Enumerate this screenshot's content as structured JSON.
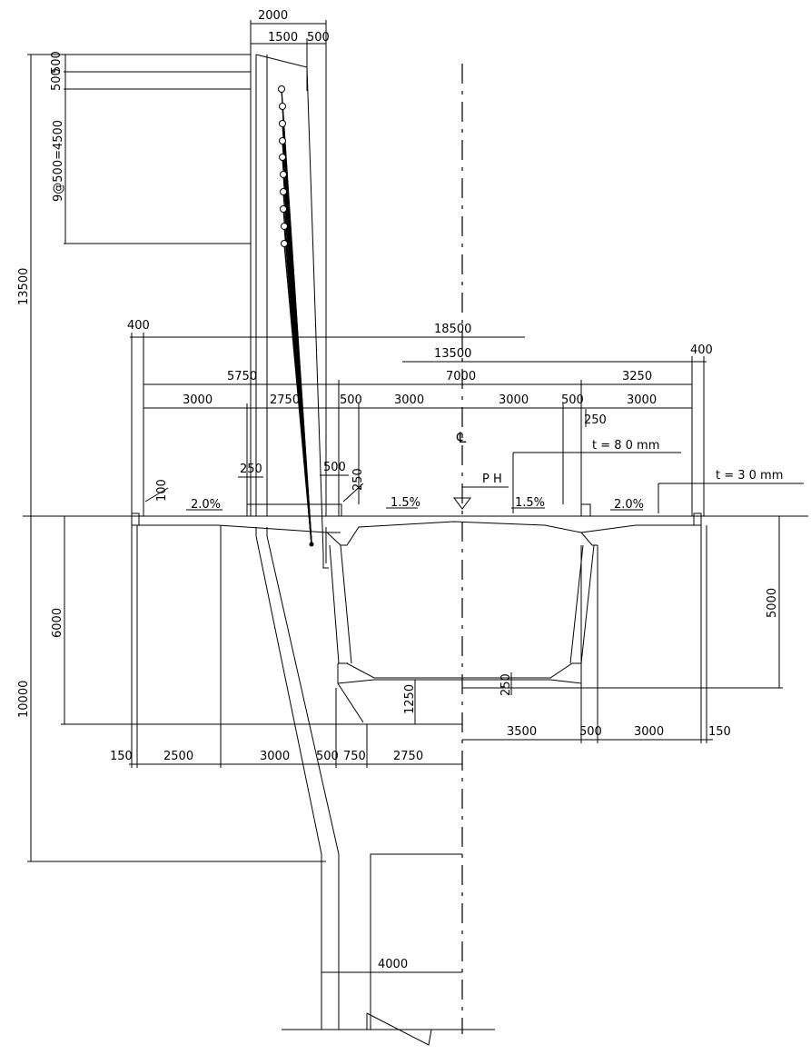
{
  "drawing": {
    "tower_dims": {
      "top_total": "2000",
      "top_left": "1500",
      "top_right": "500",
      "anchor_500_a": "500",
      "anchor_500_b": "500",
      "anchor_spacing": "9@500=4500",
      "tower_height_above_deck": "13500"
    },
    "deck_dims": {
      "edge_left_400": "400",
      "edge_right_400": "400",
      "span_18500": "18500",
      "span_13500": "13500",
      "left_5750": "5750",
      "center_7000": "7000",
      "right_3250": "3250",
      "lane_3000_a": "3000",
      "lane_2750": "2750",
      "gap_500_a": "500",
      "lane_3000_b": "3000",
      "lane_3000_c": "3000",
      "gap_500_b": "500",
      "lane_3000_d": "3000",
      "step_250_left": "250",
      "step_500_mid": "500",
      "step_250_slant": "250",
      "step_250_right": "250",
      "step_100": "100"
    },
    "centerline_symbol": "℄",
    "pavement": {
      "t80": "t = 8 0 mm",
      "t30": "t = 3 0 mm",
      "ph": "P H"
    },
    "slopes": {
      "left_outer": "2.0%",
      "left_inner": "1.5%",
      "right_inner": "1.5%",
      "right_outer": "2.0%"
    },
    "girder_dims": {
      "left_depth_6000": "6000",
      "box_depth_5000": "5000",
      "pier_height_10000": "10000",
      "bottom_1250": "1250",
      "bottom_250": "250",
      "r_3500": "3500",
      "r_500": "500",
      "r_3000": "3000",
      "r_150": "150",
      "l_150": "150",
      "l_2500": "2500",
      "l_3000": "3000",
      "l_500": "500",
      "l_750": "750",
      "l_2750": "2750",
      "pier_4000": "4000"
    }
  }
}
